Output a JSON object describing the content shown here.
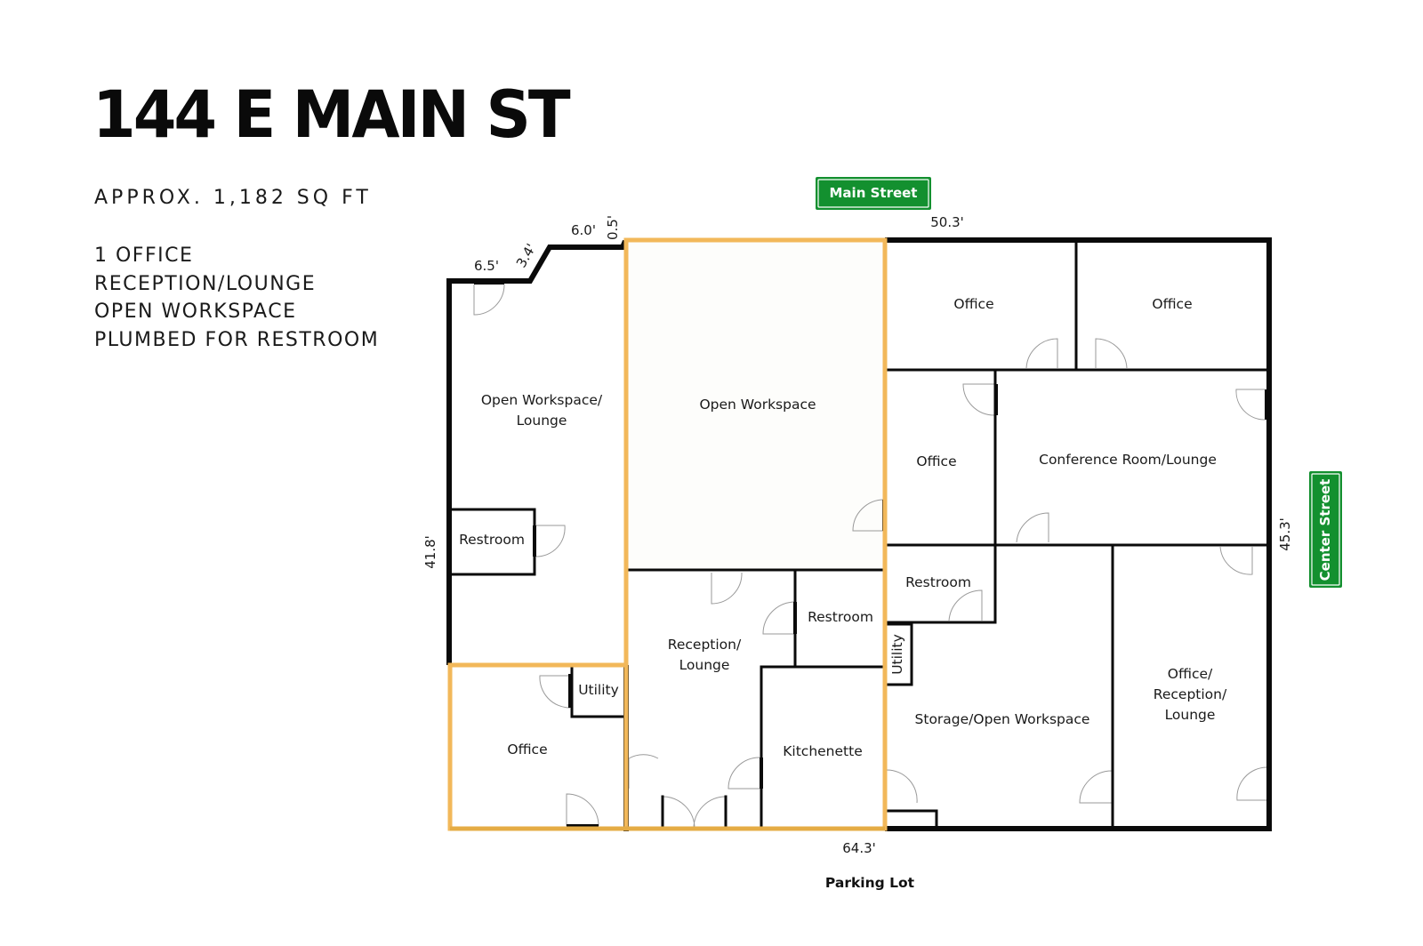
{
  "header": {
    "title": "144 E MAIN ST",
    "area": "APPROX. 1,182 SQ FT",
    "features": [
      "1 OFFICE",
      "RECEPTION/LOUNGE",
      "OPEN WORKSPACE",
      "PLUMBED FOR RESTROOM"
    ]
  },
  "colors": {
    "wall": "#0a0a0a",
    "highlight": "#f2b85a",
    "sign_green": "#13902f",
    "door_arc": "#9a9a9a"
  },
  "signs": {
    "top": "Main Street",
    "right": "Center Street",
    "bottom": "Parking Lot"
  },
  "dimensions": {
    "top_right": "50.3'",
    "bottom": "64.3'",
    "right": "45.3'",
    "left": "41.8'",
    "top_left_a": "6.5'",
    "top_left_b": "3.4'",
    "top_left_c": "6.0'",
    "top_left_d": "0.5'"
  },
  "rooms": {
    "open_workspace_lounge": [
      "Open Workspace/",
      "Lounge"
    ],
    "restroom_left": "Restroom",
    "office_highlight": "Office",
    "utility_left": "Utility",
    "open_workspace": "Open Workspace",
    "reception_lounge": [
      "Reception/",
      "Lounge"
    ],
    "restroom_mid": "Restroom",
    "kitchenette": "Kitchenette",
    "office_top_1": "Office",
    "office_top_2": "Office",
    "office_mid": "Office",
    "conference": "Conference Room/Lounge",
    "restroom_right": "Restroom",
    "utility_right": "Utility",
    "storage": "Storage/Open Workspace",
    "office_reception": [
      "Office/",
      "Reception/",
      "Lounge"
    ]
  }
}
